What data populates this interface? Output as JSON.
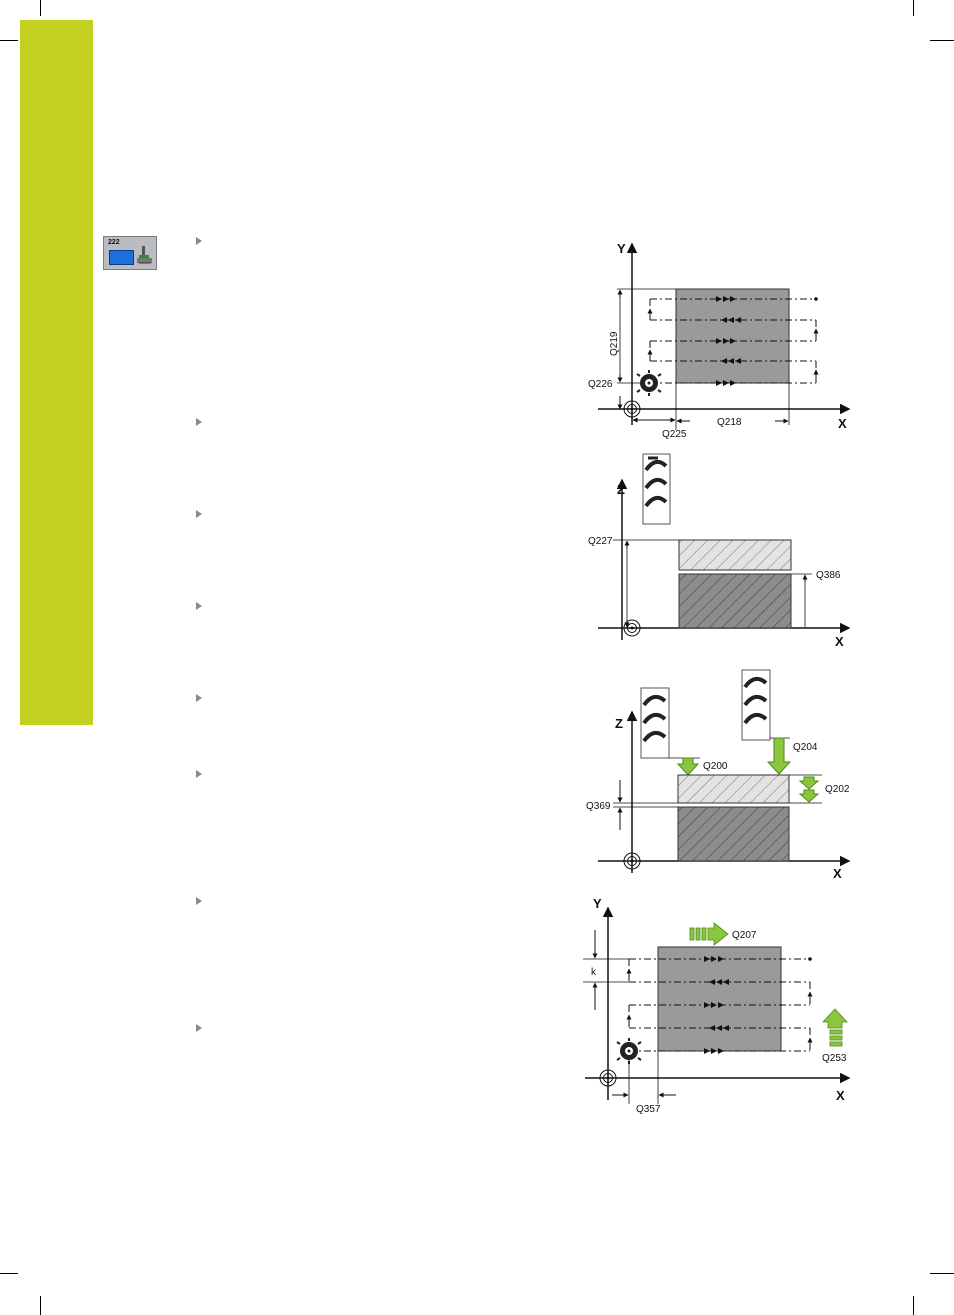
{
  "cycle_icon": {
    "number": "222"
  },
  "colors": {
    "sidebar": "#c3cf21",
    "arrow_green": "#8cc63f",
    "workpiece": "#9a9a9a"
  },
  "figure1": {
    "y_axis": "Y",
    "x_axis": "X",
    "labels": [
      "Q219",
      "Q226",
      "Q225",
      "Q218"
    ]
  },
  "figure2": {
    "z_axis": "Z",
    "x_axis": "X",
    "labels": [
      "Q227",
      "Q386"
    ]
  },
  "figure3": {
    "z_axis": "Z",
    "x_axis": "X",
    "labels": [
      "Q204",
      "Q200",
      "Q202",
      "Q369"
    ]
  },
  "figure4": {
    "y_axis": "Y",
    "x_axis": "X",
    "labels": [
      "Q207",
      "k",
      "Q253",
      "Q357"
    ]
  }
}
